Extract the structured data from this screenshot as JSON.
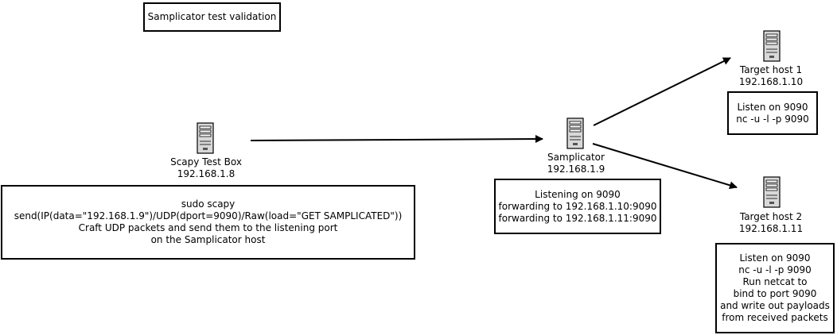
{
  "title": "Samplicator test validation",
  "nodes": {
    "scapy": {
      "name": "Scapy Test Box",
      "ip": "192.168.1.8"
    },
    "samplicator": {
      "name": "Samplicator",
      "ip": "192.168.1.9"
    },
    "target1": {
      "name": "Target host 1",
      "ip": "192.168.1.10"
    },
    "target2": {
      "name": "Target host 2",
      "ip": "192.168.1.11"
    }
  },
  "notes": {
    "scapy": [
      "sudo scapy",
      "send(IP(data=\"192.168.1.9\")/UDP(dport=9090)/Raw(load=\"GET SAMPLICATED\"))",
      "Craft UDP packets and send them to the listening port",
      "on the Samplicator host"
    ],
    "samplicator": [
      "Listening on 9090",
      "forwarding to 192.168.1.10:9090",
      "forwarding to 192.168.1.11:9090"
    ],
    "target1": [
      "Listen on 9090",
      "nc -u -l -p 9090"
    ],
    "target2": [
      "Listen on 9090",
      "nc -u -l -p 9090",
      "Run netcat to",
      "bind to port 9090",
      "and write out payloads",
      "from received packets"
    ]
  },
  "icons": {
    "server": "server-tower-icon",
    "arrow": "arrow-head-icon"
  }
}
